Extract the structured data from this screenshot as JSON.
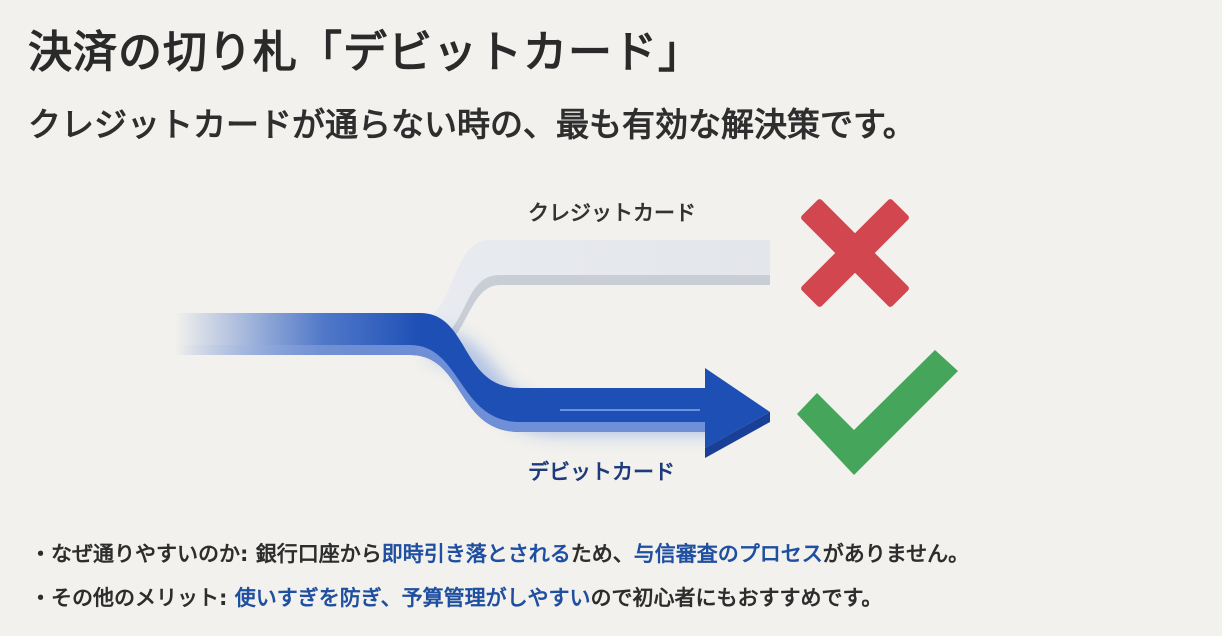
{
  "header": {
    "title": "決済の切り札「デビットカード」",
    "subtitle": "クレジットカードが通らない時の、最も有効な解決策です。"
  },
  "diagram": {
    "credit_label": "クレジットカード",
    "debit_label": "デビットカード",
    "credit_status_icon": "cross-icon",
    "debit_status_icon": "check-icon",
    "colors": {
      "background": "#f2f1ed",
      "debit_arrow": "#1f4fb0",
      "credit_path": "#dcdfe4",
      "cross": "#d2464f",
      "check": "#44a55b",
      "highlight_text": "#1f4fa0"
    }
  },
  "bullets": [
    {
      "segments": [
        {
          "text": "・なぜ通りやすいのか: 銀行口座から",
          "highlight": false
        },
        {
          "text": "即時引き落とされる",
          "highlight": true
        },
        {
          "text": "ため、",
          "highlight": false
        },
        {
          "text": "与信審査のプロセス",
          "highlight": true
        },
        {
          "text": "がありません。",
          "highlight": false
        }
      ]
    },
    {
      "segments": [
        {
          "text": "・その他のメリット: ",
          "highlight": false
        },
        {
          "text": "使いすぎを防ぎ、予算管理がしやすい",
          "highlight": true
        },
        {
          "text": "ので初心者にもおすすめです。",
          "highlight": false
        }
      ]
    }
  ]
}
